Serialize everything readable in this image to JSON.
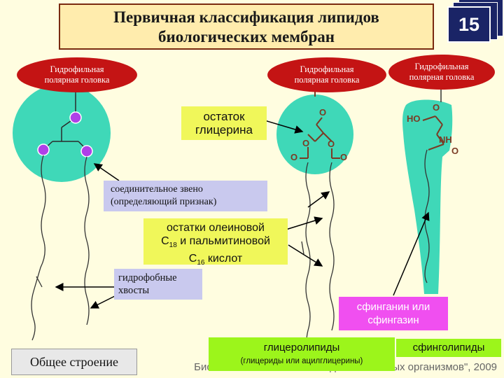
{
  "title": {
    "line1": "Первичная классификация липидов",
    "line2": "биологических мембран"
  },
  "slide_number": "15",
  "head_labels": {
    "left": [
      "Гидрофильная",
      "полярная головка"
    ],
    "middle": [
      "Гидрофильная",
      "полярная головка"
    ],
    "right": [
      "Гидрофильная",
      "полярная головка"
    ]
  },
  "glycerol_residue": [
    "остаток",
    "глицерина"
  ],
  "connecting_link": [
    "соединительное звено",
    "(определяющий признак)"
  ],
  "fatty_acids": {
    "line1": "остатки олеиновой",
    "line2_a": "С",
    "line2_sub": "18",
    "line2_b": " и пальмитиновой",
    "line3_a": "С",
    "line3_sub": "16",
    "line3_b": " кислот"
  },
  "hydrophobic_tails": [
    "гидрофобные",
    "хвосты"
  ],
  "sphinganine": [
    "сфинганин или",
    "сфингазин"
  ],
  "general_structure": "Общее строение",
  "glycerolipids": {
    "title": "глицеролипиды",
    "subtitle": "(глицериды или ацилглицерины)"
  },
  "sphingolipids": "сфинголипиды",
  "footer_citation": "Биологически активные соединения живых организмов\", 2009",
  "chem_labels": {
    "o": "O",
    "ho": "HO",
    "nh": "NH"
  },
  "colors": {
    "head_fill": "#3fd8b8",
    "head_label_bg": "#c41414",
    "title_bg": "#ffecad",
    "badge_bg": "#1a2466",
    "yellow_label": "#f0f75a",
    "grey_label": "#c9c9ee",
    "pink_label": "#f04ff0",
    "green_label": "#9cf51b",
    "bond_color": "#7a3b24",
    "sphere_color": "#b040e8"
  }
}
